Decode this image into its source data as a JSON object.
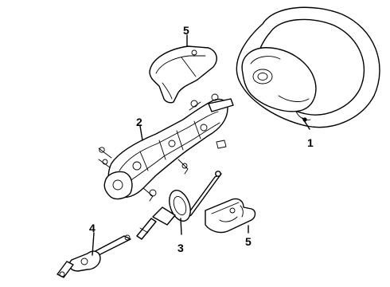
{
  "callouts": [
    {
      "id": "c1",
      "label": "1"
    },
    {
      "id": "c2",
      "label": "2"
    },
    {
      "id": "c3",
      "label": "3"
    },
    {
      "id": "c4",
      "label": "4"
    },
    {
      "id": "c5a",
      "label": "5"
    },
    {
      "id": "c5b",
      "label": "5"
    }
  ]
}
